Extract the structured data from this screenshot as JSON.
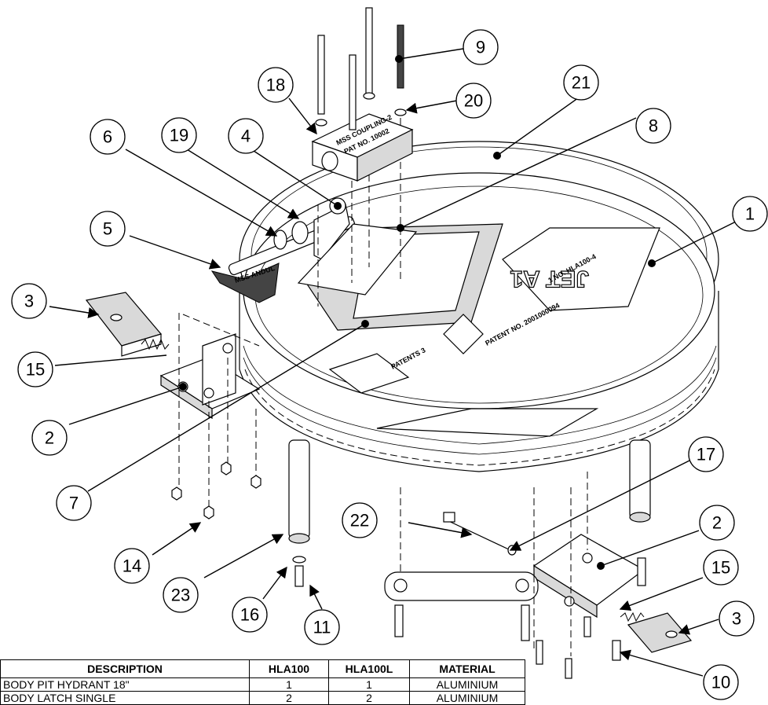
{
  "callouts": [
    "1",
    "2",
    "2",
    "3",
    "3",
    "4",
    "5",
    "6",
    "7",
    "8",
    "9",
    "10",
    "11",
    "14",
    "15",
    "15",
    "16",
    "17",
    "18",
    "19",
    "20",
    "21",
    "22",
    "23"
  ],
  "stamps": {
    "handle": "MSS ANDUL",
    "body_arc": "PATENT NO. 2001000094",
    "body_right": "1 NO. HLA100-4",
    "body_mid": "PATENTS 3",
    "block_line1": "MSS COUPLING-2",
    "block_line2": "PAT NO. 10002"
  },
  "engraving": "JET A1",
  "bom": {
    "headers": [
      "DESCRIPTION",
      "HLA100",
      "HLA100L",
      "MATERIAL"
    ],
    "rows": [
      [
        "BODY PIT HYDRANT 18\"",
        "1",
        "1",
        "ALUMINIUM"
      ],
      [
        "BODY LATCH SINGLE",
        "2",
        "2",
        "ALUMINIUM"
      ]
    ]
  }
}
